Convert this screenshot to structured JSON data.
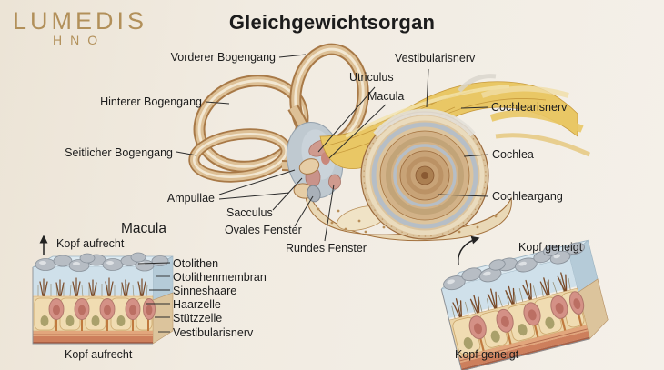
{
  "brand": {
    "name": "LUMEDIS",
    "dept": "HNO"
  },
  "title": "Gleichgewichtsorgan",
  "organ_labels": {
    "vorderer_bogengang": "Vorderer Bogengang",
    "hinterer_bogengang": "Hinterer Bogengang",
    "seitlicher_bogengang": "Seitlicher Bogengang",
    "utriculus": "Utriculus",
    "macula": "Macula",
    "vestibularisnerv": "Vestibularisnerv",
    "cochlearisnerv": "Cochlearisnerv",
    "cochlea": "Cochlea",
    "cochleargang": "Cochleargang",
    "ampullae": "Ampullae",
    "sacculus": "Sacculus",
    "ovales_fenster": "Ovales Fenster",
    "rundes_fenster": "Rundes Fenster"
  },
  "macula_inset": {
    "heading": "Macula",
    "upright_arrow_label": "Kopf aufrecht",
    "upright_caption": "Kopf aufrecht",
    "tilted_label": "Kopf geneigt",
    "tilted_caption": "Kopf geneigt",
    "layer_labels": [
      "Otolithen",
      "Otolithenmembran",
      "Sinneshaare",
      "Haarzelle",
      "Stützzelle",
      "Vestibularisnerv"
    ]
  },
  "colors": {
    "background": "#f1ebe1",
    "logo_gold": "#b2905a",
    "ink": "#1c1c1c",
    "canal_tan": "#ddc096",
    "canal_outline": "#a87947",
    "nerve_yellow": "#e9c765",
    "vestibule_gray_blue": "#bfc9d0",
    "bone": "#e9d8b6",
    "otolith_gray": "#b7bdc4",
    "membrane_blue": "#cfe0ea",
    "hair_cell_pink": "#d49186",
    "support_cell_tan": "#f0dcb2",
    "nerve_base_orange": "#cd7f5c"
  }
}
